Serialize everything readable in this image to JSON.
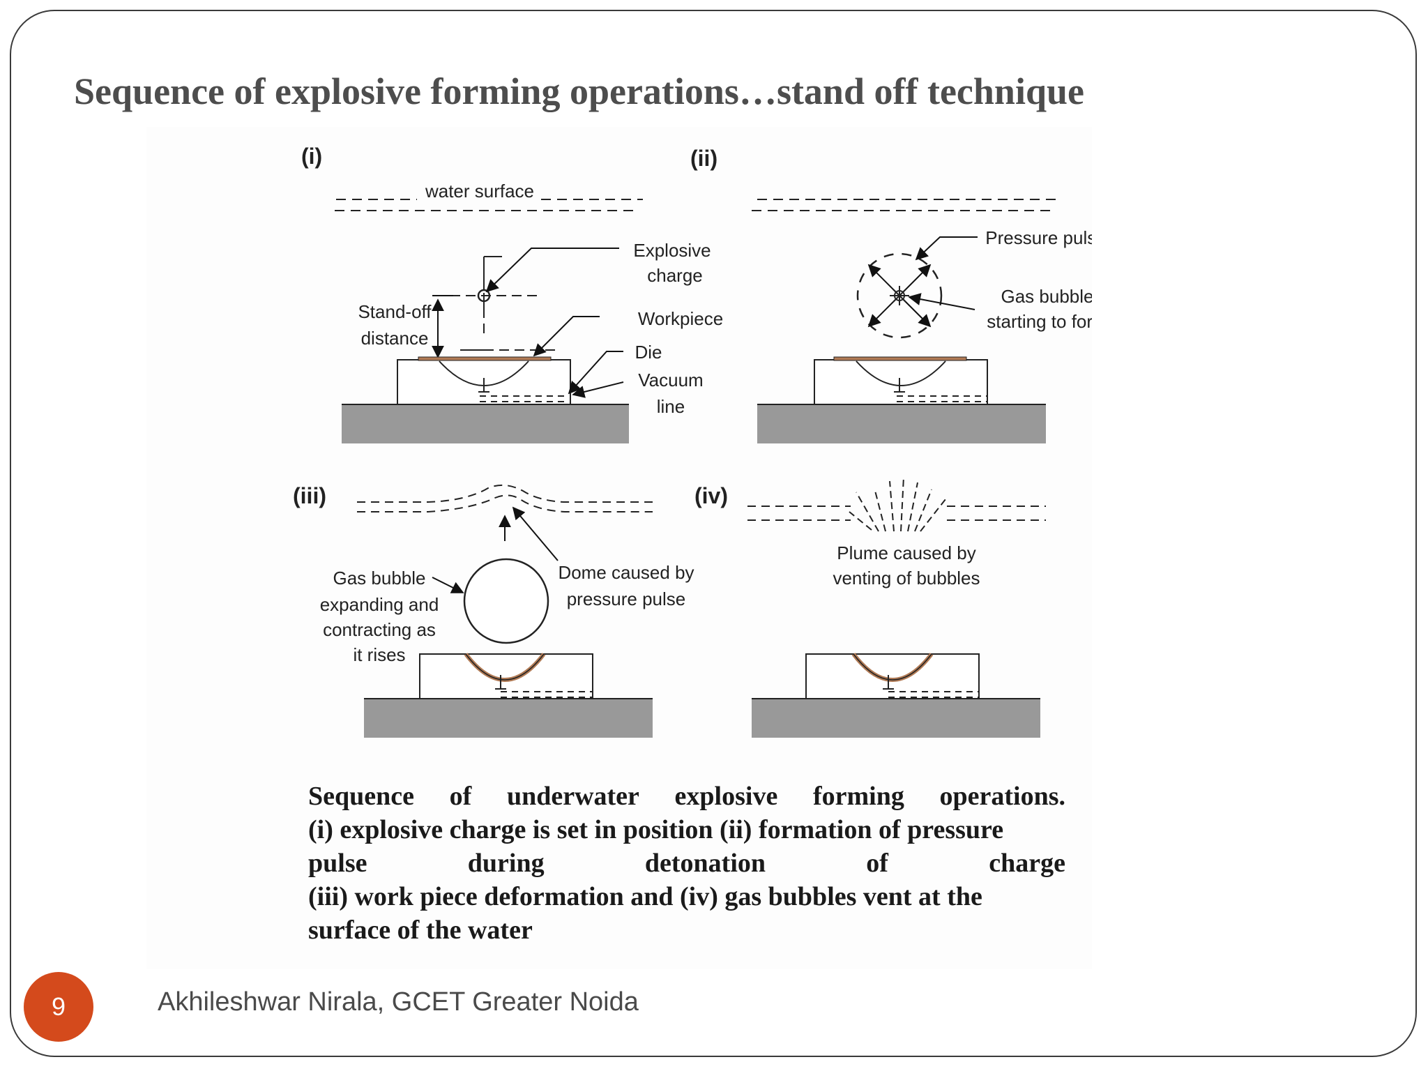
{
  "slide": {
    "title": "Sequence of explosive forming operations…stand off technique",
    "page_number": "9",
    "footer": "Akhileshwar Nirala, GCET Greater Noida"
  },
  "figure": {
    "panels": [
      {
        "id": "i",
        "label": "(i)",
        "annotations": [
          "water surface",
          "Explosive",
          "charge",
          "Stand-off",
          "distance",
          "Workpiece",
          "Die",
          "Vacuum",
          "line"
        ]
      },
      {
        "id": "ii",
        "label": "(ii)",
        "annotations": [
          "Pressure pulse",
          "Gas bubble",
          "starting to form"
        ]
      },
      {
        "id": "iii",
        "label": "(iii)",
        "annotations": [
          "Gas bubble",
          "expanding and",
          "contracting as",
          "it rises",
          "Dome caused by",
          "pressure pulse"
        ]
      },
      {
        "id": "iv",
        "label": "(iv)",
        "annotations": [
          "Plume caused by",
          "venting of bubbles"
        ]
      }
    ],
    "caption_lines": [
      [
        "Sequence",
        "of",
        "underwater",
        "explosive",
        "forming",
        "operations."
      ],
      [
        "(i) explosive charge is set in position (ii) formation of pressure"
      ],
      [
        "pulse",
        "during",
        "detonation",
        "of",
        "charge"
      ],
      [
        "(iii) work piece deformation and (iv) gas bubbles vent at the"
      ],
      [
        "surface of the water"
      ]
    ]
  },
  "colors": {
    "badge": "#d44a1c",
    "ground": "#999999",
    "workpiece": "#b07a55",
    "title": "#4d4d4d"
  }
}
